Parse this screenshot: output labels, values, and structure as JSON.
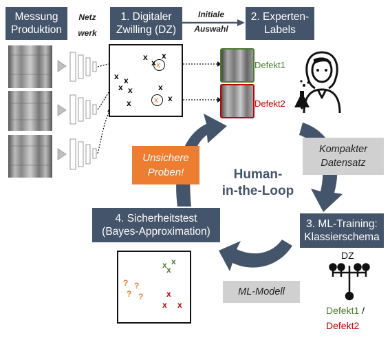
{
  "boxes": {
    "messung": [
      "Messung",
      "Produktion"
    ],
    "netz": [
      "Netz",
      "werk"
    ],
    "dz": [
      "1. Digitaler",
      "Zwilling (DZ)"
    ],
    "initiale": [
      "Initiale",
      "Auswahl"
    ],
    "experten": [
      "2. Experten-",
      "Labels"
    ],
    "kompakt": [
      "Kompakter",
      "Datensatz"
    ],
    "unsicher": [
      "Unsichere",
      "Proben!"
    ],
    "human": [
      "Human-",
      "in-the-Loop"
    ],
    "training": [
      "3. ML-Training:",
      "Klassierschema"
    ],
    "sicherheit": [
      "4. Sicherheitstest",
      "(Bayes-Approximation)"
    ],
    "mlmodell": "ML-Modell"
  },
  "defects": {
    "defekt1": "Defekt1",
    "defekt2": "Defekt2",
    "tree_root": "DZ",
    "tree_out1": "Defekt1",
    "tree_sep": " /",
    "tree_out2": "Defekt2"
  },
  "markers": {
    "x": "x",
    "q": "?"
  },
  "colors": {
    "box": "#44546a",
    "arrow": "#44546a",
    "gray": "#d0d0d0",
    "orange": "#ed7d31",
    "green": "#4b7d2e",
    "red": "#c00000"
  }
}
